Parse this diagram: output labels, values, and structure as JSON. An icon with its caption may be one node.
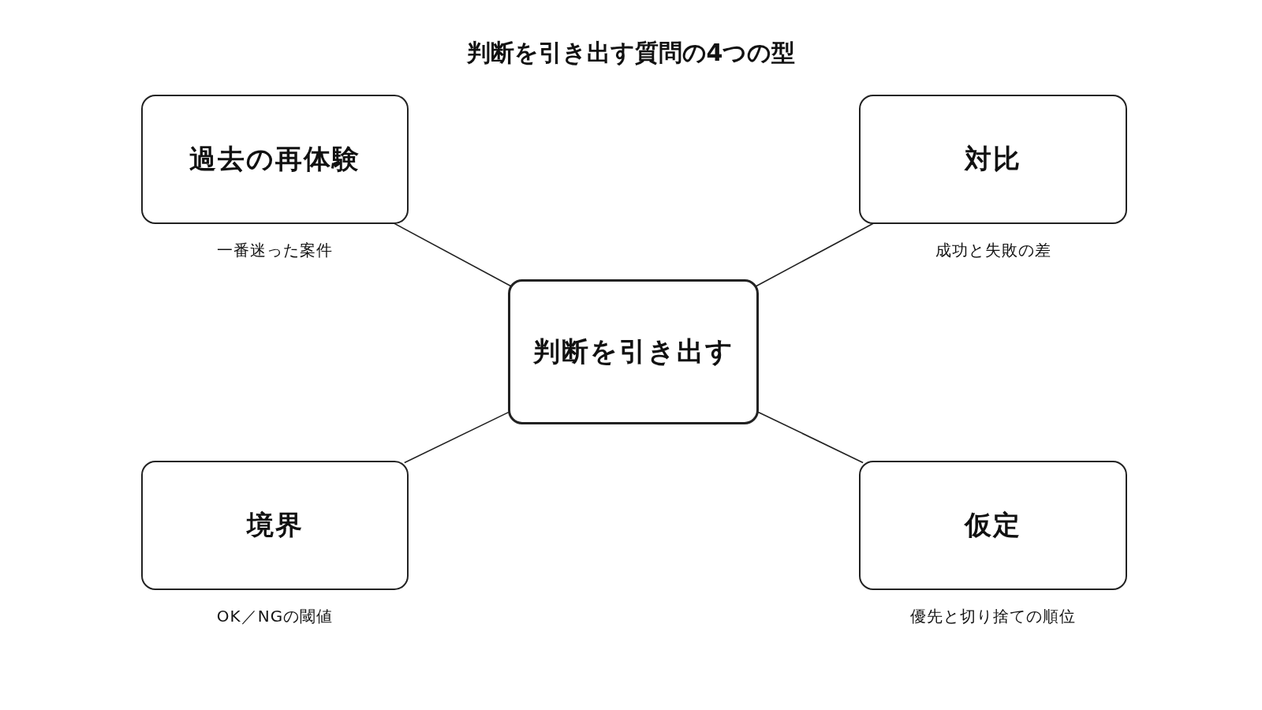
{
  "diagram": {
    "title": "判断を引き出す質問の4つの型",
    "nodes": [
      {
        "text": [
          "過去の再体験"
        ],
        "beside": [
          "一番迷った案件"
        ]
      },
      {
        "text": [
          "対比"
        ],
        "beside": [
          "成功と失敗の差"
        ]
      },
      {
        "text": [
          "判断を引き出す"
        ]
      },
      {
        "text": [
          "境界"
        ],
        "beside": [
          "OK／NGの閾値"
        ]
      },
      {
        "text": [
          "仮定"
        ],
        "beside": [
          "優先と切り捨ての順位"
        ]
      }
    ],
    "edges": [
      {
        "from": 2,
        "to": 0,
        "arrow": "none"
      },
      {
        "from": 2,
        "to": 1,
        "arrow": "none"
      },
      {
        "from": 2,
        "to": 3,
        "arrow": "none"
      },
      {
        "from": 2,
        "to": 4,
        "arrow": "none"
      }
    ]
  }
}
